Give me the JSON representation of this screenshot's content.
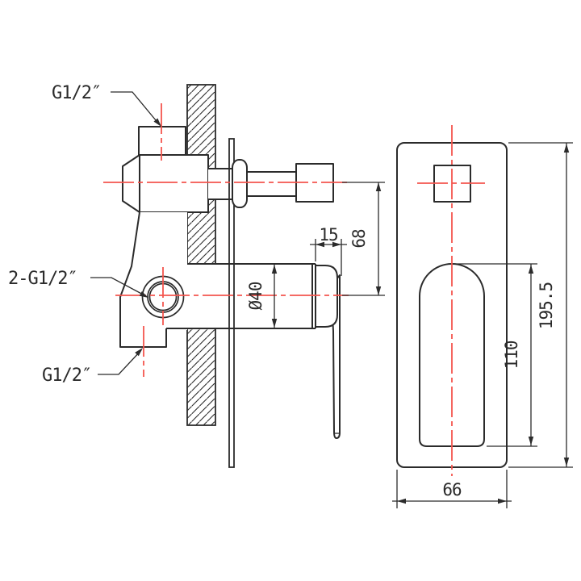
{
  "drawing": {
    "labels": {
      "inlet_top": "G1/2″",
      "ports_side": "2-G1/2″",
      "outlet_bottom": "G1/2″"
    },
    "dims": {
      "ring_width": "15",
      "axis_offset": "68",
      "body_diameter": "Ø40",
      "slot_height": "110",
      "plate_height": "195.5",
      "plate_width": "66"
    },
    "colors": {
      "line": "#2b2b2b",
      "centerline_red": "#f4564e",
      "background": "#ffffff"
    }
  }
}
